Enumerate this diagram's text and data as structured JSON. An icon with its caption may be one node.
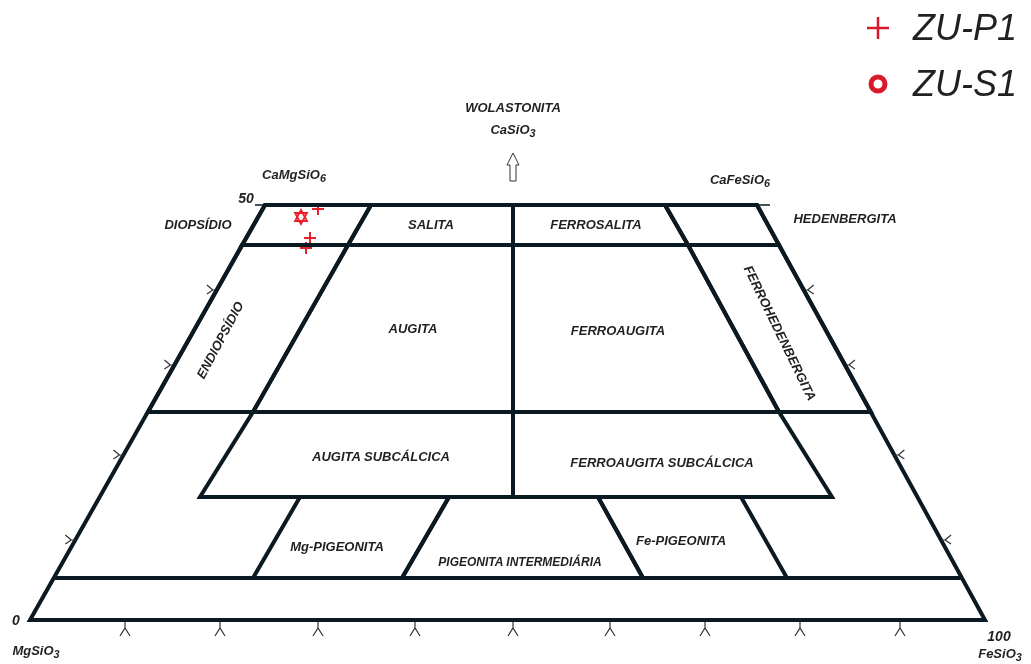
{
  "diagram": {
    "nodes": [
      {
        "text": [
          "DIOPSÍDIO"
        ]
      },
      {
        "text": [
          "SALITA"
        ]
      },
      {
        "text": [
          "FERROSALITA"
        ]
      },
      {
        "text": [
          "HEDENBERGITA"
        ]
      },
      {
        "text": [
          "ENDIOPSÍDIO"
        ]
      },
      {
        "text": [
          "AUGITA"
        ]
      },
      {
        "text": [
          "FERROAUGITA"
        ]
      },
      {
        "text": [
          "FERROHEDENBERGITA"
        ]
      },
      {
        "text": [
          "AUGITA SUBCÁLCICA"
        ]
      },
      {
        "text": [
          "FERROAUGITA SUBCÁLCICA"
        ]
      },
      {
        "text": [
          "Mg-PIGEONITA"
        ]
      },
      {
        "text": [
          "PIGEONITA INTERMEDIÁRIA"
        ]
      },
      {
        "text": [
          "Fe-PIGEONITA"
        ]
      }
    ],
    "edges": [],
    "labels": [
      "WOLASTONITA",
      "CaSiO$_{3}$",
      "CaMgSiO$_{6}$",
      "CaFeSiO$_{6}$",
      "50",
      "0",
      "MgSiO$_{3}$",
      "100",
      "FeSiO$_{3}$"
    ],
    "legend": [
      {
        "text": "ZU-P1"
      },
      {
        "text": "ZU-S1"
      }
    ]
  }
}
